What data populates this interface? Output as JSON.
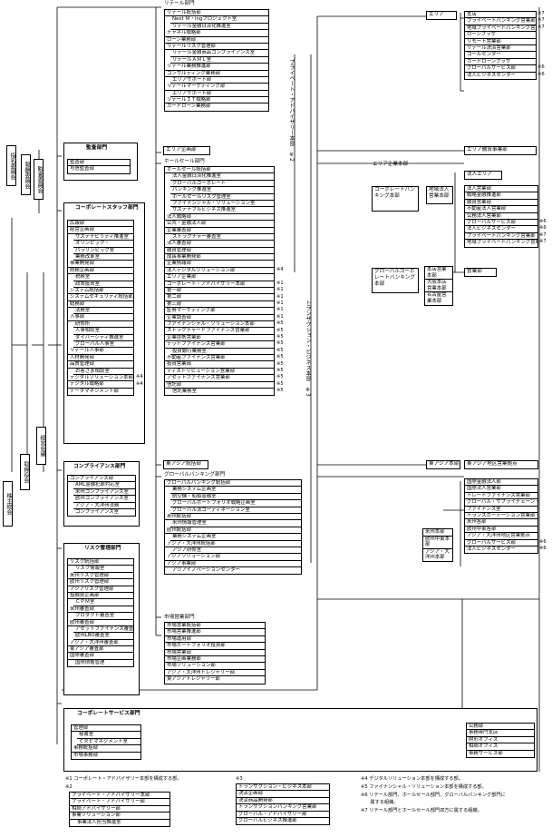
{
  "executive": {
    "shareholders": "株主総会",
    "directors": "取締役会",
    "management": "経営会議",
    "nominating": "指名委員会",
    "compensation": "報酬委員会",
    "audit_committee": "監査委員会"
  },
  "audit": {
    "title": "監査部門",
    "items": [
      "監査部",
      "与信監査部"
    ]
  },
  "corporate_staff": {
    "title": "コーポレートスタッフ部門",
    "items": [
      {
        "text": "広報部",
        "sub": false
      },
      {
        "text": "経営企画部",
        "sub": false
      },
      {
        "text": "サステナビリティ推進室",
        "sub": true
      },
      {
        "text": "オリンピック・",
        "sub": true
      },
      {
        "text": "パラリンピック室",
        "sub": true
      },
      {
        "text": "業務改革室",
        "sub": true
      },
      {
        "text": "事業開発部",
        "sub": false
      },
      {
        "text": "財務企画部",
        "sub": false
      },
      {
        "text": "税務室",
        "sub": true
      },
      {
        "text": "政策投資室",
        "sub": true
      },
      {
        "text": "システム統括部",
        "sub": false
      },
      {
        "text": "システムセキュリティ統括部",
        "sub": false
      },
      {
        "text": "総務部",
        "sub": false
      },
      {
        "text": "法務室",
        "sub": true
      },
      {
        "text": "人事部",
        "sub": false
      },
      {
        "text": "研修所",
        "sub": true
      },
      {
        "text": "人事相談室",
        "sub": true
      },
      {
        "text": "ダイバーシティ推進室",
        "sub": true
      },
      {
        "text": "グローバル人事室",
        "sub": true
      },
      {
        "text": "リテール人事部",
        "sub": false
      },
      {
        "text": "人材開発部",
        "sub": false
      },
      {
        "text": "品質管理部",
        "sub": false
      },
      {
        "text": "お客さま相談室",
        "sub": true
      },
      {
        "text": "デジタルソリューション本部",
        "sub": false
      },
      {
        "text": "デジタル戦略部",
        "sub": false
      },
      {
        "text": "データマネジメント部",
        "sub": false
      }
    ],
    "marks": [
      {
        "row": 23,
        "text": "※4"
      },
      {
        "row": 24,
        "text": "※4"
      }
    ]
  },
  "compliance": {
    "title": "コンプライアンス部門",
    "items": [
      {
        "text": "コンプライアンス部",
        "sub": false
      },
      {
        "text": "AML金融犯罪対応室",
        "sub": true
      },
      {
        "text": "米州コンプライアンス室",
        "sub": true
      },
      {
        "text": "欧州コンプライアンス室",
        "sub": true
      },
      {
        "text": "アジア・大洋州法務",
        "sub": true
      },
      {
        "text": "コンプライアンス室",
        "sub": true
      }
    ]
  },
  "risk": {
    "title": "リスク管理部門",
    "items": [
      {
        "text": "リスク統括部",
        "sub": false
      },
      {
        "text": "リスク情報室",
        "sub": true
      },
      {
        "text": "米州リスク管理部",
        "sub": false
      },
      {
        "text": "欧州リスク管理部",
        "sub": false
      },
      {
        "text": "アジアリスク管理部",
        "sub": false
      },
      {
        "text": "投融資企画部",
        "sub": false
      },
      {
        "text": "ＣＰＭ室",
        "sub": true
      },
      {
        "text": "米州審査部",
        "sub": false
      },
      {
        "text": "プロダクト審査室",
        "sub": true
      },
      {
        "text": "欧州審査部",
        "sub": false
      },
      {
        "text": "アセットファイナンス審査室",
        "sub": true
      },
      {
        "text": "欧州LBO審査室",
        "sub": true
      },
      {
        "text": "アジア・大洋州審査部",
        "sub": false
      },
      {
        "text": "東アジア審査部",
        "sub": false
      },
      {
        "text": "国際審査部",
        "sub": false
      },
      {
        "text": "国際債権管理",
        "sub": true
      }
    ]
  },
  "retail": {
    "title": "リテール部門",
    "items": [
      {
        "text": "リテール統括部",
        "sub": false
      },
      {
        "text": "Next Ｍ・ingプロジェクト室",
        "sub": true
      },
      {
        "text": "リテール金融日済化推進室",
        "sub": true
      },
      {
        "text": "チャネル戦略部",
        "sub": false
      },
      {
        "text": "ローン業務部",
        "sub": false
      },
      {
        "text": "リテールリスク管理部",
        "sub": false
      },
      {
        "text": "リテール金融商品コンプライアンス室",
        "sub": true
      },
      {
        "text": "リテールＡＭＬ室",
        "sub": true
      },
      {
        "text": "リテール業務推進部",
        "sub": false
      },
      {
        "text": "コンサルティング業務部",
        "sub": false
      },
      {
        "text": "エリアサポート部",
        "sub": true
      },
      {
        "text": "リテールマーケティング部",
        "sub": false
      },
      {
        "text": "エリアサポート部",
        "sub": true
      },
      {
        "text": "リテールＩＴ戦略部",
        "sub": false
      },
      {
        "text": "カードローン業務部",
        "sub": false
      }
    ]
  },
  "private_advisory_hq": "プライベート・アドバイザリー本部　※2",
  "transaction_hq": "トランザクション・ビジネス本部　※3",
  "area": {
    "label": "エリア",
    "items": [
      {
        "text": "支店",
        "mark": "※7"
      },
      {
        "text": "プライベートバンキング営業部",
        "mark": "※7"
      },
      {
        "text": "地域プライベートバンキング営業部",
        "mark": "※7"
      },
      {
        "text": "ローンプラザ",
        "mark": ""
      },
      {
        "text": "リモート営業部",
        "mark": ""
      },
      {
        "text": "リテール決済営業部",
        "mark": ""
      },
      {
        "text": "コールセンター",
        "mark": ""
      },
      {
        "text": "カードローンプラザ",
        "mark": ""
      },
      {
        "text": "グローバルサービス部",
        "mark": "※6"
      },
      {
        "text": "法人ビジネスセンター",
        "mark": "※6"
      }
    ]
  },
  "area_planning": "エリア企画部",
  "area_finance": "エリア融資事業部",
  "wholesale": {
    "title": "ホールセール部門",
    "items": [
      {
        "text": "ホールセール統括部",
        "sub": false,
        "mark": ""
      },
      {
        "text": "法人金融日済化推進室",
        "sub": true,
        "mark": ""
      },
      {
        "text": "グローバルコーポレート",
        "sub": true,
        "mark": ""
      },
      {
        "text": "バンキング推進室",
        "sub": true,
        "mark": ""
      },
      {
        "text": "ホールセールリスク管理室",
        "sub": true,
        "mark": ""
      },
      {
        "text": "ファイナンシャル・ソリューション室",
        "sub": true,
        "mark": ""
      },
      {
        "text": "サステナブルビジネス推進室",
        "sub": true,
        "mark": ""
      },
      {
        "text": "法人戦略部",
        "sub": false,
        "mark": ""
      },
      {
        "text": "公共・金融法人部",
        "sub": false,
        "mark": ""
      },
      {
        "text": "企業審査部",
        "sub": false,
        "mark": ""
      },
      {
        "text": "ストラクチャー審査室",
        "sub": true,
        "mark": ""
      },
      {
        "text": "法人審査部",
        "sub": false,
        "mark": ""
      },
      {
        "text": "融資管理部",
        "sub": false,
        "mark": ""
      },
      {
        "text": "成長事業開発部",
        "sub": false,
        "mark": ""
      },
      {
        "text": "企業情報部",
        "sub": false,
        "mark": ""
      },
      {
        "text": "法人デジタルソリューション部",
        "sub": false,
        "mark": "※4"
      },
      {
        "text": "エリア企業部",
        "sub": false,
        "mark": ""
      },
      {
        "text": "コーポレート・アドバイザリー本部",
        "sub": false,
        "mark": "※1"
      },
      {
        "text": "第一部",
        "sub": false,
        "mark": "※1"
      },
      {
        "text": "第二部",
        "sub": false,
        "mark": "※1"
      },
      {
        "text": "第三部",
        "sub": false,
        "mark": "※1"
      },
      {
        "text": "証券マーケティング部",
        "sub": false,
        "mark": "※1"
      },
      {
        "text": "企業調査部",
        "sub": false,
        "mark": "※1"
      },
      {
        "text": "ファイナンシャル・ソリューション本部",
        "sub": false,
        "mark": "※5"
      },
      {
        "text": "ストラクチャードファイナンス営業部",
        "sub": false,
        "mark": "※5"
      },
      {
        "text": "企業提携営業部",
        "sub": false,
        "mark": "※5"
      },
      {
        "text": "デットファイナンス営業部",
        "sub": false,
        "mark": "※5"
      },
      {
        "text": "投資銀行業務室",
        "sub": true,
        "mark": "※5"
      },
      {
        "text": "不動産ファイナンス営業部",
        "sub": false,
        "mark": "※5"
      },
      {
        "text": "投資営業部",
        "sub": false,
        "mark": "※5"
      },
      {
        "text": "ディストリビューション営業部",
        "sub": false,
        "mark": "※5"
      },
      {
        "text": "アセットファイナンス営業部",
        "sub": false,
        "mark": "※5"
      },
      {
        "text": "信託部",
        "sub": false,
        "mark": "※5"
      },
      {
        "text": "信託業務室",
        "sub": true,
        "mark": "※5"
      }
    ]
  },
  "area_corporate_hq": "エリア企業本部",
  "corporate_banking": {
    "label": "コーポレートバンキング本部",
    "regional": "地域法人営業本部",
    "corp_area": "法人エリア",
    "items": [
      {
        "text": "法人営業部",
        "mark": ""
      },
      {
        "text": "戦略金融推進部",
        "mark": ""
      },
      {
        "text": "融資営業部",
        "mark": ""
      },
      {
        "text": "不動産法人営業部",
        "mark": ""
      },
      {
        "text": "公務法人営業部",
        "mark": ""
      },
      {
        "text": "グローバルサービス部",
        "mark": "※6"
      },
      {
        "text": "法人ビジネスセンター",
        "mark": "※6"
      },
      {
        "text": "プライベートバンキング営業部",
        "mark": "※7"
      },
      {
        "text": "地域プライベートバンキング営業部",
        "mark": "※7"
      }
    ]
  },
  "global_corporate": {
    "label": "グローバルコーポレートバンキング本部",
    "units": [
      "本店営業本部",
      "大阪本店営業本部",
      "名古屋営業本部"
    ],
    "sales": "営業部"
  },
  "east_asia_hq": "東アジア統括部",
  "east_asia_zone": "東アジア本部",
  "east_asia_area": "東アジア地区営業拠点",
  "global_banking": {
    "title": "グローバルバンキング部門",
    "items": [
      {
        "text": "グローバルバンキング統括部",
        "sub": false
      },
      {
        "text": "業務システム企画室",
        "sub": true
      },
      {
        "text": "航空機・船舶金融室",
        "sub": true
      },
      {
        "text": "グローバルポートフォリオ戦略企画室",
        "sub": true
      },
      {
        "text": "グローバル法コーディネーション室",
        "sub": true
      },
      {
        "text": "米州統括部",
        "sub": false
      },
      {
        "text": "米州情報管理室",
        "sub": true
      },
      {
        "text": "欧州統括部",
        "sub": false
      },
      {
        "text": "業務システム企画室",
        "sub": true
      },
      {
        "text": "アジア・大洋州統括部",
        "sub": false
      },
      {
        "text": "アジア研修室",
        "sub": true
      },
      {
        "text": "アジアソリューション部",
        "sub": false
      },
      {
        "text": "アジア事業部",
        "sub": false
      },
      {
        "text": "アジアイノベーションセンター",
        "sub": true
      }
    ]
  },
  "international": {
    "items": [
      {
        "text": "国際金融法人部",
        "mark": ""
      },
      {
        "text": "国際法人営業部",
        "mark": ""
      },
      {
        "text": "トレードファイナンス営業部",
        "mark": ""
      },
      {
        "text": "グローバル・サプライチェーン・",
        "mark": ""
      },
      {
        "text": "ファイナンス室",
        "mark": ""
      },
      {
        "text": "トランスポーテーション営業部",
        "mark": ""
      },
      {
        "text": "米州各部",
        "mark": ""
      },
      {
        "text": "欧州中東各部",
        "mark": ""
      },
      {
        "text": "アジア・大洋州地区営業拠点",
        "mark": ""
      },
      {
        "text": "グローバルサービス部",
        "mark": "※6"
      },
      {
        "text": "法人ビジネスセンター",
        "mark": "※6"
      }
    ],
    "regions": [
      "米州本部",
      "欧州中東本部",
      "アジア・大洋州本部"
    ]
  },
  "markets": {
    "title": "市場営業部門",
    "items": [
      "市場営業統括部",
      "市場営業推進部",
      "市場運用部",
      "市場ポートフォリオ投資部",
      "市場営業部",
      "市場企画業務部",
      "市場ソリューション部",
      "アジア・大洋州トレジャリー部",
      "東アジアトレジャリー部"
    ]
  },
  "corporate_services": {
    "title": "コーポレートサービス部門",
    "items": [
      {
        "text": "管理部",
        "sub": false
      },
      {
        "text": "秘書室",
        "sub": true
      },
      {
        "text": "ＣＲＥマネジメント室",
        "sub": true
      },
      {
        "text": "事務統括部",
        "sub": false
      },
      {
        "text": "市場事務部",
        "sub": false
      }
    ],
    "right": [
      "公務部",
      "事務専門支店",
      "財形オフィス",
      "相続オフィス",
      "事務サービス部"
    ]
  },
  "notes": {
    "n1": "※1 コーポレート・アドバイザリー本部を構成する部。",
    "n2": "※2",
    "n2_items": [
      {
        "text": "プライベート・アドバイザリー本部",
        "sub": false
      },
      {
        "text": "プライベート・アドバイザリー部",
        "sub": false
      },
      {
        "text": "相続アドバイザリー部",
        "sub": false
      },
      {
        "text": "事業ソリューション部",
        "sub": false
      },
      {
        "text": "事業法人担当推進室",
        "sub": true
      }
    ],
    "n3": "※3",
    "n3_items": [
      "トランザクション・ビジネス本部",
      "決済企画部",
      "決済商品開発部",
      "トランザクションバンキング営業部",
      "グローバル・アドバイザリー部",
      "グローバルビジネス推進部"
    ],
    "n4": "※4 デジタルソリューション本部を構成する部。",
    "n5": "※5 ファイナンシャル・ソリューション本部を構成する部。",
    "n6": "※6 リテール部門、ホールセール部門、グローバルバンキング部門に",
    "n6b": "　　属する組織。",
    "n7": "※7 リテール部門とホールセール部門双方に属する組織。"
  }
}
